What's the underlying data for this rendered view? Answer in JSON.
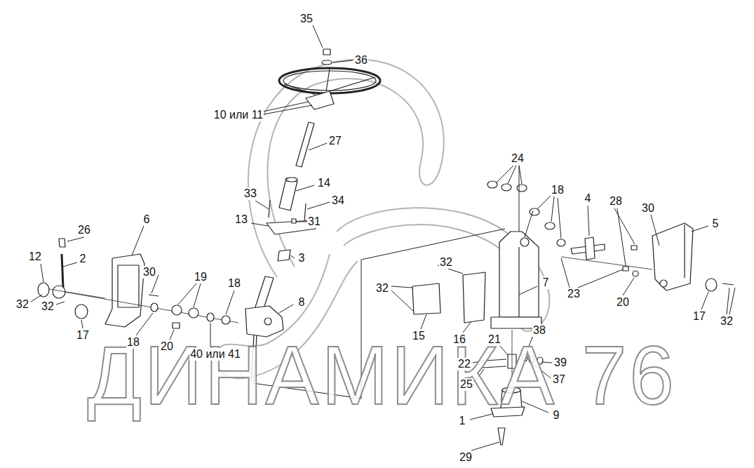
{
  "diagram": {
    "labels": [
      "35",
      "36",
      "10 или 11",
      "27",
      "24",
      "14",
      "18",
      "33",
      "4",
      "28",
      "34",
      "30",
      "6",
      "13",
      "31",
      "5",
      "26",
      "3",
      "12",
      "2",
      "32",
      "30",
      "19",
      "7",
      "18",
      "32",
      "23",
      "8",
      "20",
      "32",
      "32",
      "17",
      "32",
      "38",
      "17",
      "15",
      "16",
      "21",
      "18",
      "20",
      "40 или 41",
      "22",
      "39",
      "25",
      "37",
      "9",
      "1",
      "29",
      "ДИНАМИКА 76"
    ]
  }
}
